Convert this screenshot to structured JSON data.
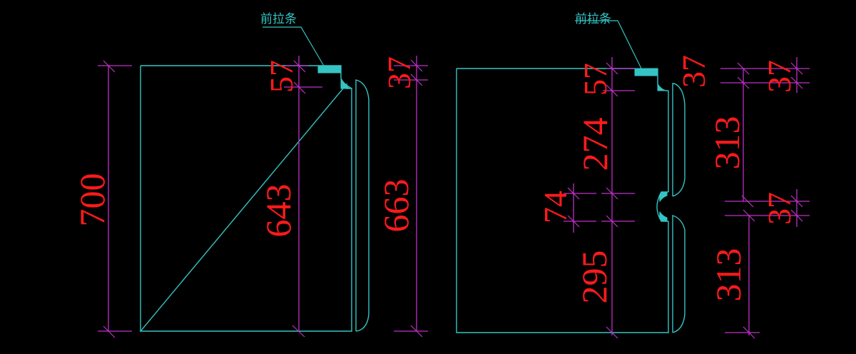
{
  "colors": {
    "background": "#000000",
    "outline": "#35c4c4",
    "dimension_line": "#c030c8",
    "dimension_text": "#ff1a1a",
    "label": "#35c4c4"
  },
  "left_view": {
    "callout": "前拉条",
    "dimensions": {
      "overall_height": "700",
      "top_strip": "57",
      "panel_height": "643",
      "door_top": "37",
      "door_height": "663"
    }
  },
  "right_view": {
    "callout": "前拉条",
    "dimensions": {
      "top_strip": "57",
      "door_top_offset": "37",
      "upper_panel": "274",
      "middle_gap": "74",
      "lower_panel": "295",
      "upper_door_offset": "37",
      "upper_door": "313",
      "lower_door_offset": "37",
      "lower_door": "313"
    }
  }
}
